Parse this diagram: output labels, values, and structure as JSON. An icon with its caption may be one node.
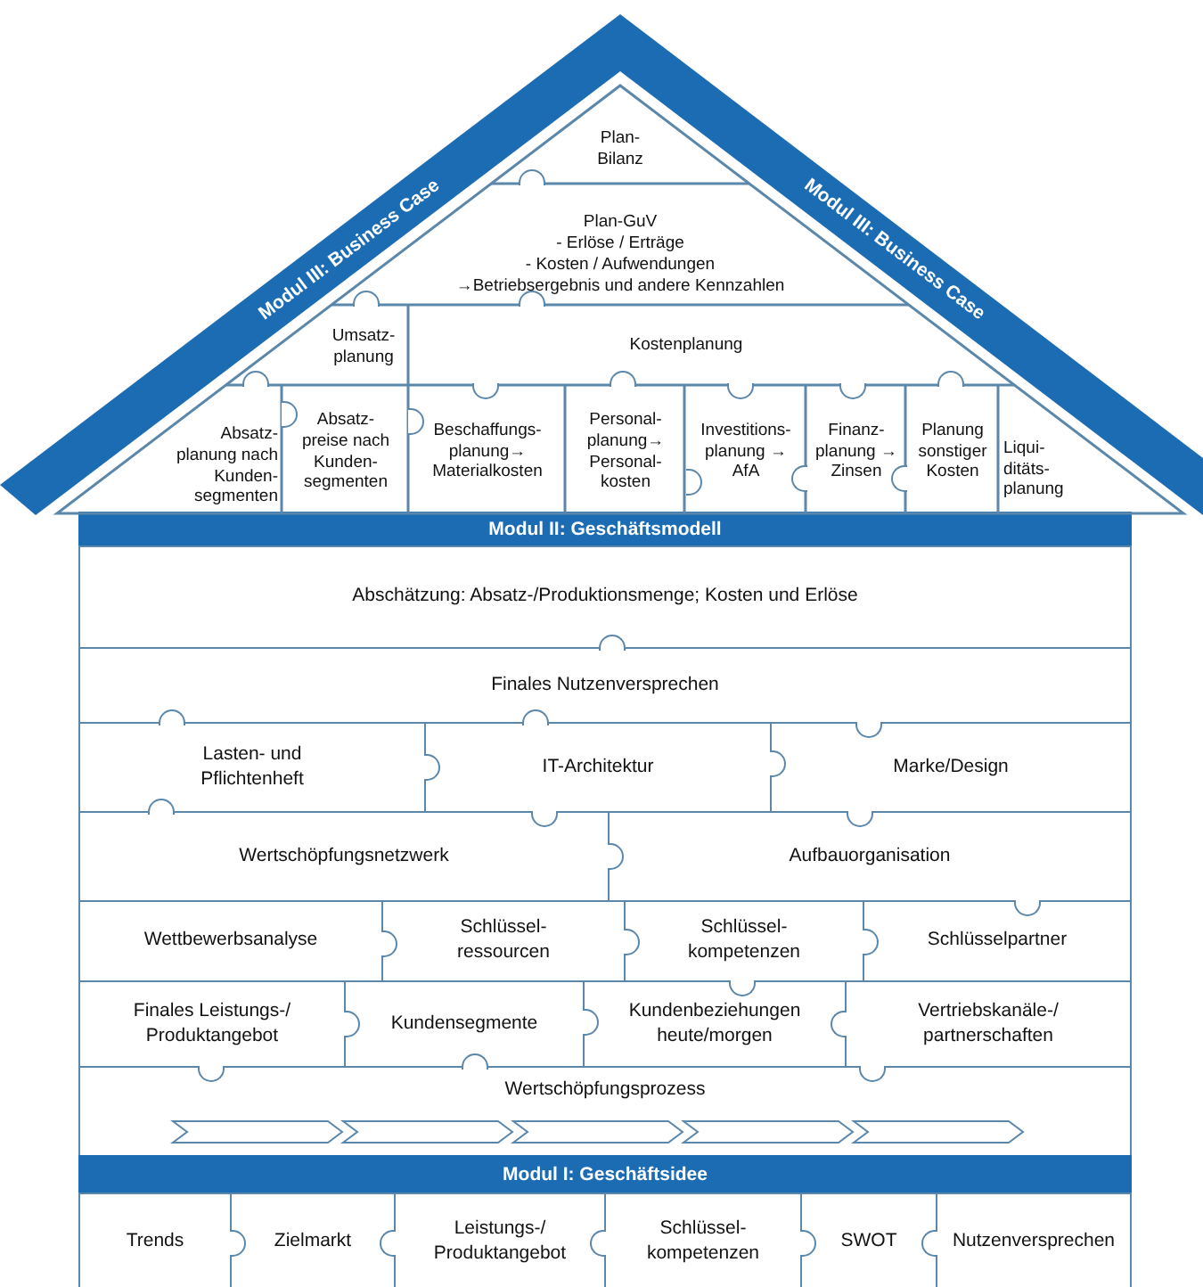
{
  "diagram": {
    "nodes": [
      {
        "text": [
          "Modul III: Business Case"
        ]
      },
      {
        "text": [
          "Modul III: Business Case"
        ]
      },
      {
        "text": [
          "Plan- Bilanz"
        ]
      },
      {
        "text": [
          "Plan-GuV",
          "- Erlöse / Erträge",
          "- Kosten / Aufwendungen",
          "→Betriebsergebnis und andere Kennzahlen"
        ]
      },
      {
        "text": [
          "Umsatz- planung"
        ]
      },
      {
        "text": [
          "Kostenplanung"
        ]
      },
      {
        "text": [
          "Absatz- planung nach Kunden- segmenten"
        ]
      },
      {
        "text": [
          "Absatz- preise nach Kunden- segmenten"
        ]
      },
      {
        "text": [
          "Beschaffungs- planung→ Materialkosten"
        ]
      },
      {
        "text": [
          "Personal- planung→ Personal- kosten"
        ]
      },
      {
        "text": [
          "Investitions- planung → AfA"
        ]
      },
      {
        "text": [
          "Finanz- planung → Zinsen"
        ]
      },
      {
        "text": [
          "Planung sonstiger Kosten"
        ]
      },
      {
        "text": [
          "Liqui- ditäts- planung"
        ]
      },
      {
        "text": [
          "Modul II: Geschäftsmodell"
        ]
      },
      {
        "text": [
          "Abschätzung: Absatz-/Produktionsmenge; Kosten und Erlöse"
        ]
      },
      {
        "text": [
          "Finales Nutzenversprechen"
        ]
      },
      {
        "text": [
          "Lasten- und Pflichtenheft"
        ]
      },
      {
        "text": [
          "IT-Architektur"
        ]
      },
      {
        "text": [
          "Marke/Design"
        ]
      },
      {
        "text": [
          "Wertschöpfungsnetzwerk"
        ]
      },
      {
        "text": [
          "Aufbauorganisation"
        ]
      },
      {
        "text": [
          "Wettbewerbsanalyse"
        ]
      },
      {
        "text": [
          "Schlüssel- ressourcen"
        ]
      },
      {
        "text": [
          "Schlüssel- kompetenzen"
        ]
      },
      {
        "text": [
          "Schlüsselpartner"
        ]
      },
      {
        "text": [
          "Finales Leistungs-/ Produktangebot"
        ]
      },
      {
        "text": [
          "Kundensegmente"
        ]
      },
      {
        "text": [
          "Kundenbeziehungen heute/morgen"
        ]
      },
      {
        "text": [
          "Vertriebskanäle-/ partnerschaften"
        ]
      },
      {
        "text": [
          "Wertschöpfungsprozess"
        ]
      },
      {
        "text": [
          "Modul I: Geschäftsidee"
        ]
      },
      {
        "text": [
          "Trends"
        ]
      },
      {
        "text": [
          "Zielmarkt"
        ]
      },
      {
        "text": [
          "Leistungs-/ Produktangebot"
        ]
      },
      {
        "text": [
          "Schlüssel- kompetenzen"
        ]
      },
      {
        "text": [
          "SWOT"
        ]
      },
      {
        "text": [
          "Nutzenversprechen"
        ]
      }
    ]
  }
}
